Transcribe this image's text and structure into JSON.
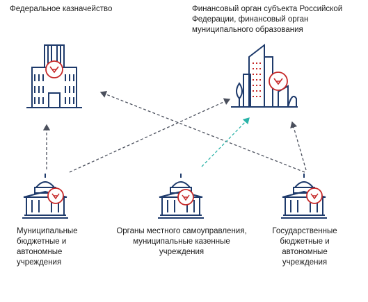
{
  "nodes": {
    "federal_treasury": {
      "label": "Федеральное казначейство"
    },
    "financial_body": {
      "label_lines": [
        "Финансовый орган субъекта Российской",
        "Федерации, финансовый орган",
        "муниципального образования"
      ]
    },
    "municipal_institutions": {
      "label_lines": [
        "Муниципальные",
        "бюджетные  и",
        "автономные",
        "учреждения"
      ]
    },
    "local_government": {
      "label_lines": [
        "Органы местного самоуправления,",
        "муниципальные казенные",
        "учреждения"
      ]
    },
    "state_institutions": {
      "label_lines": [
        "Государственные",
        "бюджетные  и",
        "автономные",
        "учреждения"
      ]
    }
  },
  "colors": {
    "icon_stroke": "#1e3a6b",
    "emblem_ring": "#c62828",
    "arrow_dark": "#4a4f5c",
    "arrow_teal": "#2bb3a8"
  }
}
